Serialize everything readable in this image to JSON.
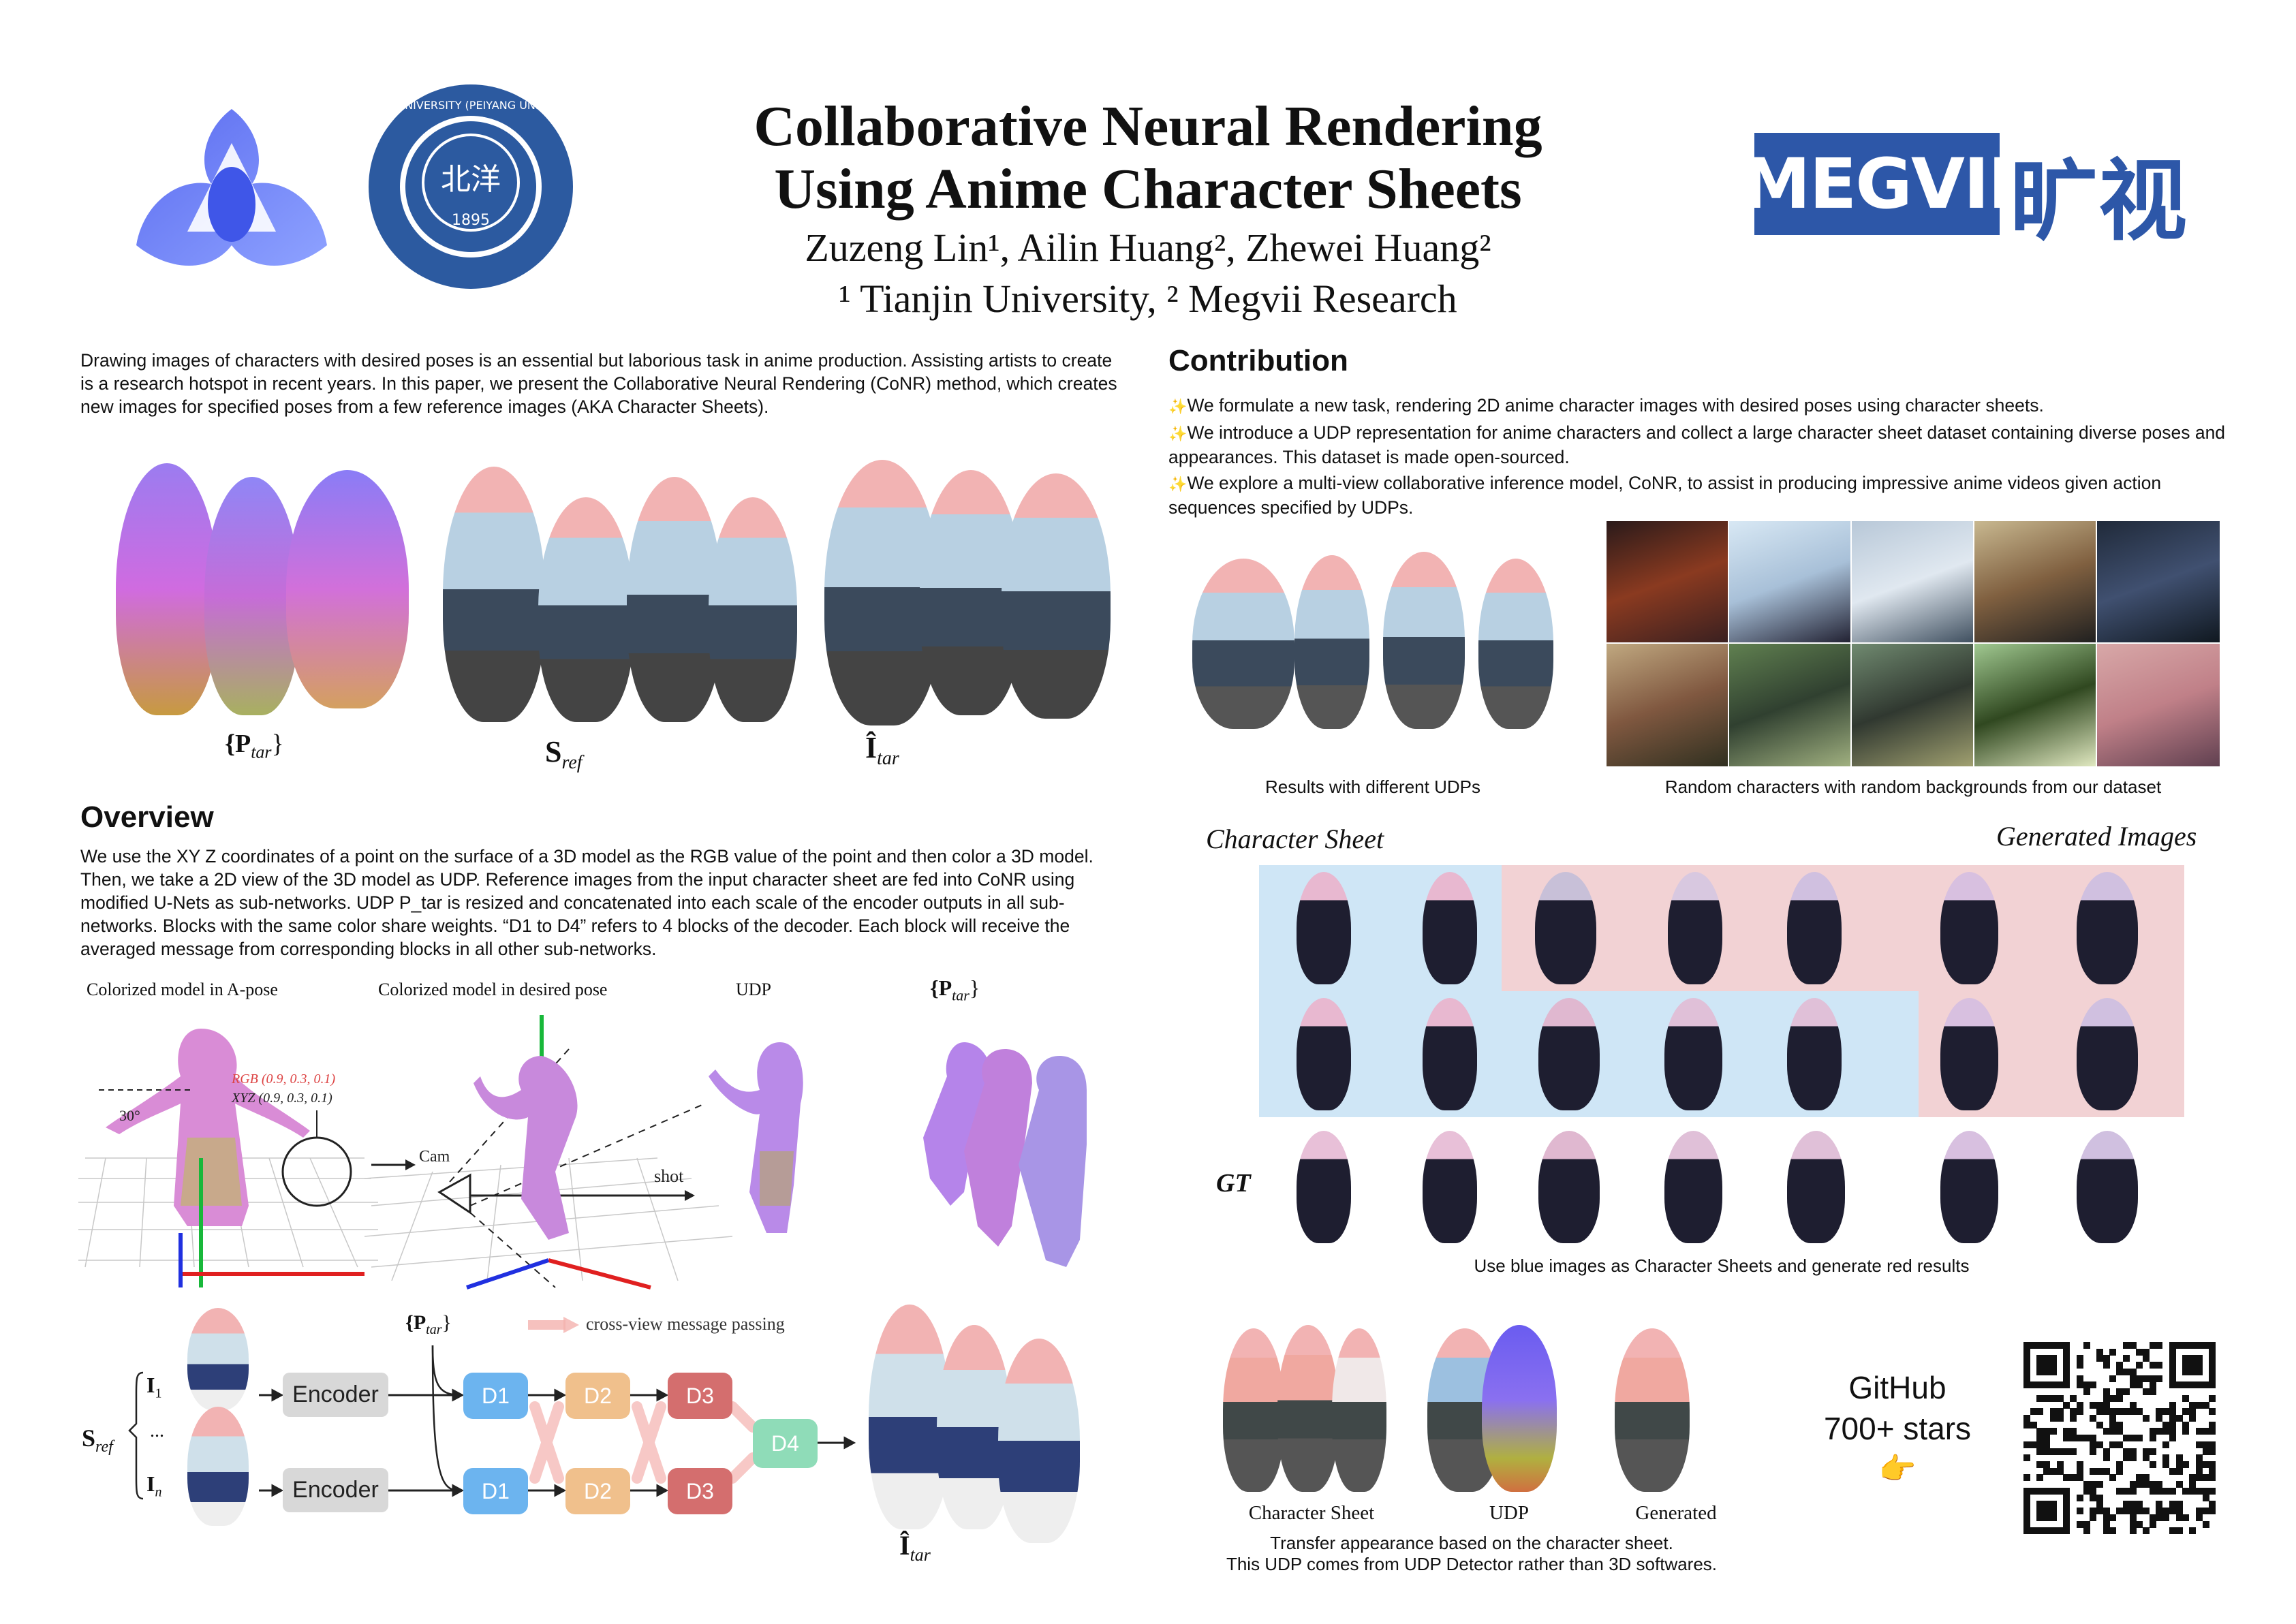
{
  "header": {
    "title_line1": "Collaborative Neural Rendering",
    "title_line2": "Using Anime Character Sheets",
    "authors": "Zuzeng Lin¹, Ailin Huang², Zhewei Huang²",
    "affiliations": "¹ Tianjin University, ² Megvii Research",
    "megvii_logo_text": "MEGVII",
    "megvii_chinese": "旷视",
    "tju_logo_text": "TIANJIN UNIVERSITY (PEIYANG UNIVERSITY)",
    "tju_year": "1895"
  },
  "abstract": {
    "text": "Drawing images of characters with desired poses is an essential but laborious task in anime production. Assisting artists to create is a research hotspot in recent years. In this paper, we present the Collaborative Neural Rendering (CoNR) method, which creates new images for specified poses from a few reference images (AKA Character Sheets)."
  },
  "teaser": {
    "label_ptar": "{P",
    "label_ptar_sub": "tar",
    "label_sref": "S",
    "label_sref_sub": "ref",
    "label_itar": "Î",
    "label_itar_sub": "tar"
  },
  "overview": {
    "heading": "Overview",
    "text": "We use the XY Z coordinates of a point on the surface of a 3D model as the RGB value of the point and then color a 3D model. Then, we take a 2D view of the 3D model as UDP. Reference images from the input character sheet are fed into CoNR using modified U-Nets as sub-networks. UDP P_tar is resized and concatenated into each scale of the encoder outputs in all sub-networks. Blocks with the same color share weights. “D1 to D4” refers to 4 blocks of the decoder. Each block will receive the averaged message from corresponding blocks in all other sub-networks.",
    "fig_labels": {
      "apose": "Colorized model in A-pose",
      "desired": "Colorized model in desired pose",
      "udp": "UDP",
      "ptar": "{P",
      "ptar_sub": "tar",
      "rgb": "RGB (0.9, 0.3, 0.1)",
      "xyz": "XYZ (0.9, 0.3, 0.1)",
      "angle": "30°",
      "cam": "Cam",
      "shot": "shot"
    },
    "arch": {
      "encoder": "Encoder",
      "d1": "D1",
      "d2": "D2",
      "d3": "D3",
      "d4": "D4",
      "message": "cross-view message passing",
      "ptar": "{P",
      "ptar_sub": "tar",
      "sref": "S",
      "sref_sub": "ref",
      "i1": "I",
      "i1_sub": "1",
      "dots": "...",
      "in": "I",
      "in_sub": "n",
      "itar": "Î",
      "itar_sub": "tar"
    }
  },
  "contribution": {
    "heading": "Contribution",
    "items": [
      "We formulate a new task, rendering 2D anime character images with desired poses using character sheets.",
      "We introduce a UDP representation for anime characters and collect a large character sheet dataset containing diverse poses and appearances. This dataset is made open-sourced.",
      "We explore a multi-view collaborative inference model, CoNR, to assist in producing impressive anime videos given action sequences specified by UDPs."
    ],
    "sparkle": "✨",
    "cap_udps": "Results with different UDPs",
    "cap_dataset": "Random characters with random backgrounds from our dataset"
  },
  "results": {
    "label_sheet": "Character Sheet",
    "label_generated": "Generated Images",
    "label_gt": "GT",
    "caption": "Use blue images as Character Sheets and generate red results"
  },
  "transfer": {
    "label_sheet": "Character Sheet",
    "label_udp": "UDP",
    "label_generated": "Generated",
    "caption_line1": "Transfer appearance based on the character sheet.",
    "caption_line2": "This UDP comes from UDP Detector rather than 3D softwares."
  },
  "github": {
    "label": "GitHub",
    "stars": "700+ stars",
    "pointer": "👉"
  }
}
